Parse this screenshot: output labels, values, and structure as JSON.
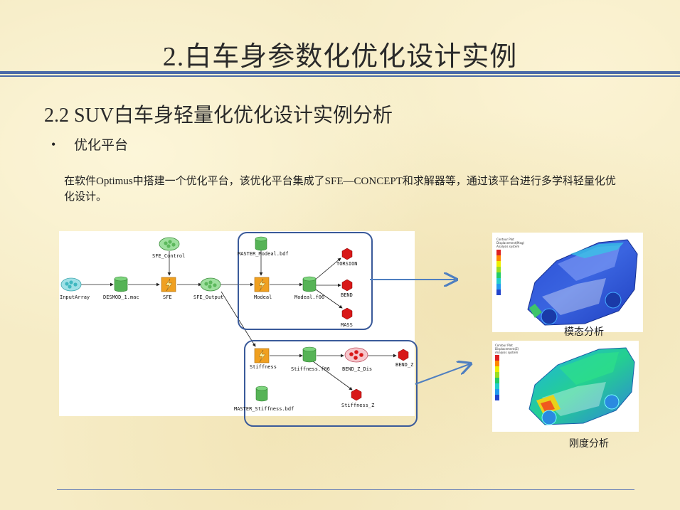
{
  "title": "2.白车身参数化优化设计实例",
  "subtitle": "2.2 SUV白车身轻量化优化设计实例分析",
  "bullet": {
    "marker": "•",
    "text": "优化平台"
  },
  "description": "在软件Optimus中搭建一个优化平台，该优化平台集成了SFE—CONCEPT和求解器等，通过该平台进行多学科轻量化优化设计。",
  "workflow": {
    "nodes": {
      "input_array": "InputArray",
      "desmod": "DESMOD_1.mac",
      "sfe_control": "SFE_Control",
      "sfe": "SFE",
      "sfe_output": "SFE_Output",
      "master_modeal": "MASTER_Modeal.bdf",
      "modeal": "Modeal",
      "modeal_f06": "Modeal.f06",
      "torsion": "TORSION",
      "bend": "BEND",
      "mass": "MASS",
      "stiffness": "Stiffness",
      "stiffness_f06": "Stiffness.f06",
      "bend_z_dis": "BEND_Z_Dis",
      "bend_z": "BEND_Z",
      "stiffness_z": "Stiffness_Z",
      "master_stiffness": "MASTER_Stiffness.bdf"
    },
    "colors": {
      "frame": "#3a5a9a",
      "arrow": "#4f7fc0",
      "green": "#5cb85c",
      "orange": "#f0a020",
      "red": "#d81818",
      "teal": "#40b8c0"
    }
  },
  "results": {
    "modal": {
      "caption": "模态分析",
      "legend": [
        "Contour Plot",
        "Displacement(Mag)",
        "Analysis system"
      ]
    },
    "stiffness": {
      "caption": "刚度分析",
      "legend": [
        "Contour Plot",
        "Displacement(Z)",
        "Analysis system"
      ]
    }
  }
}
